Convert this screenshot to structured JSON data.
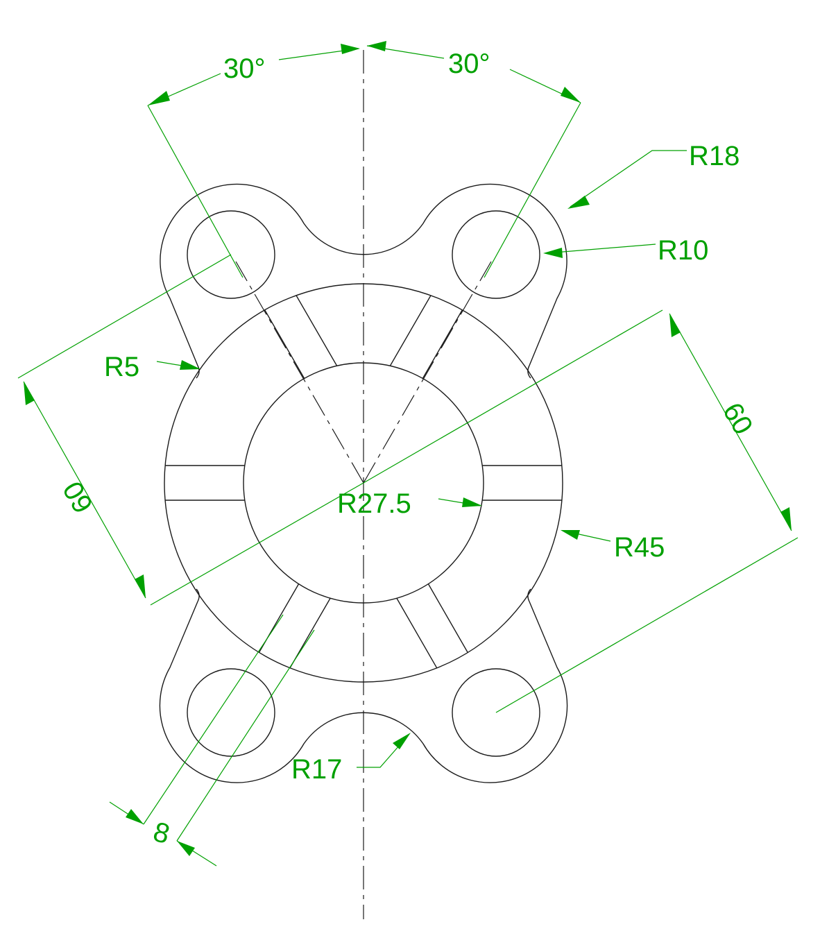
{
  "colors": {
    "dimension": "#00a000",
    "object_line": "#1a1a1a",
    "background": "#ffffff"
  },
  "dimensions": {
    "angle_left": "30°",
    "angle_right": "30°",
    "r18": "R18",
    "r10": "R10",
    "r5": "R5",
    "dist_left": "60",
    "dist_right": "60",
    "r27_5": "R27.5",
    "r45": "R45",
    "r17": "R17",
    "slot_width": "8"
  }
}
